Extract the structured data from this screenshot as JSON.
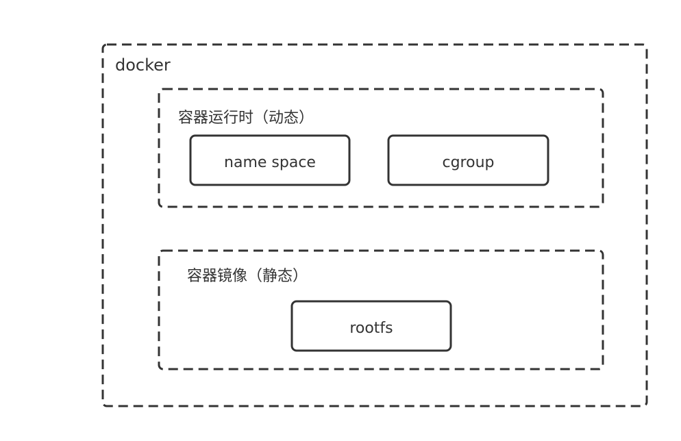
{
  "diagram": {
    "outer": {
      "label": "docker"
    },
    "runtime": {
      "label": "容器运行时（动态）",
      "nodes": [
        "name space",
        "cgroup"
      ]
    },
    "image": {
      "label": "容器镜像（静态）",
      "nodes": [
        "rootfs"
      ]
    }
  },
  "colors": {
    "stroke": "#333333",
    "background": "#ffffff",
    "text": "#333333"
  }
}
